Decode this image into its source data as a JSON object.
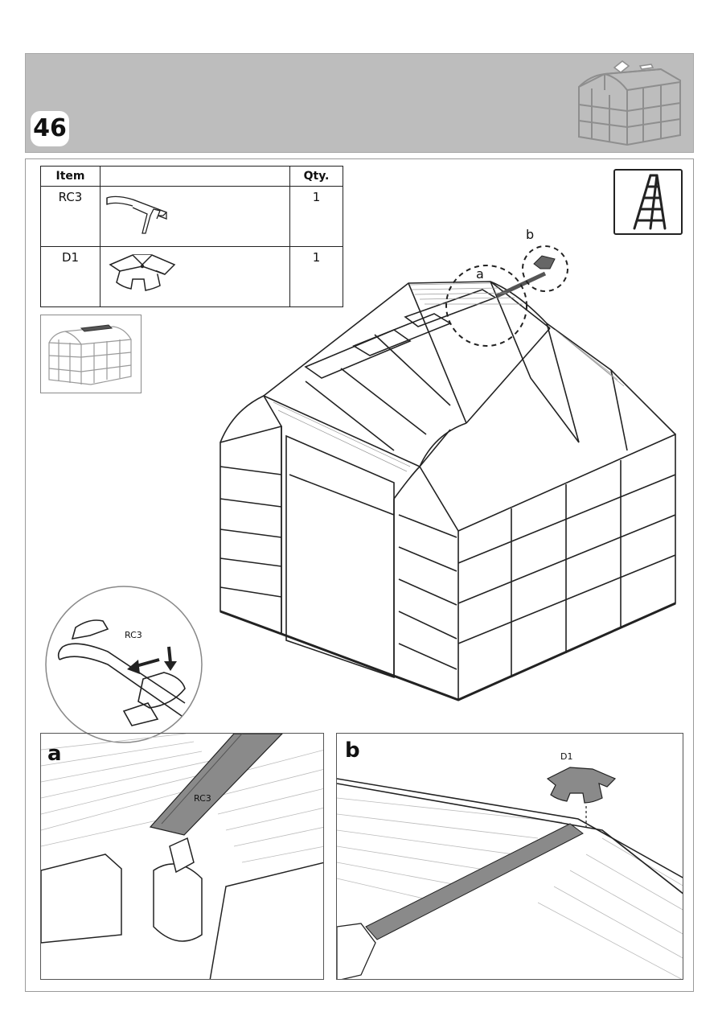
{
  "step": {
    "number": "46"
  },
  "parts_table": {
    "headers": {
      "item": "Item",
      "image": "",
      "qty": "Qty."
    },
    "rows": [
      {
        "code": "RC3",
        "qty": "1",
        "image_icon": "ridge-cap-rc3-icon"
      },
      {
        "code": "D1",
        "qty": "1",
        "image_icon": "ridge-end-cap-d1-icon"
      }
    ]
  },
  "main_illustration": {
    "callout_a": "a",
    "callout_b": "b",
    "inset_label": "RC3"
  },
  "detail_a": {
    "letter": "a",
    "part_label": "RC3"
  },
  "detail_b": {
    "letter": "b",
    "part_label": "D1"
  },
  "icons": {
    "header_thumb": "greenhouse-thumbnail-icon",
    "ladder": "ladder-icon",
    "side_thumb": "greenhouse-highlight-icon"
  }
}
